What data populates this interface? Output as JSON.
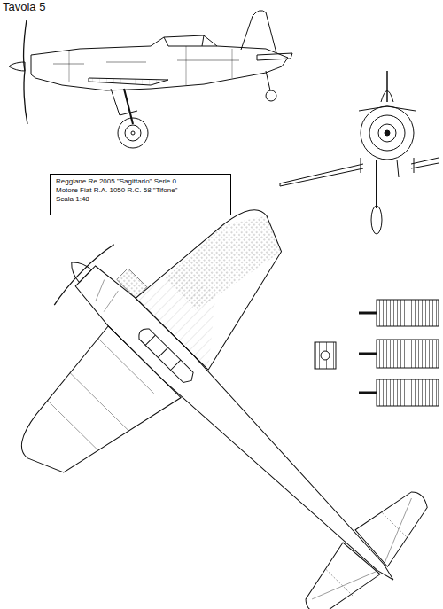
{
  "diagram": {
    "nodes": [
      {
        "text": [
          "Reggiane Re 2005 \"Sagittario\" Serie 0.",
          "Motore Fiat R.A. 1050 R.C. 58 \"Tifone\"",
          "Scala 1:48"
        ]
      }
    ],
    "labels": [
      "Tavola 5"
    ]
  }
}
